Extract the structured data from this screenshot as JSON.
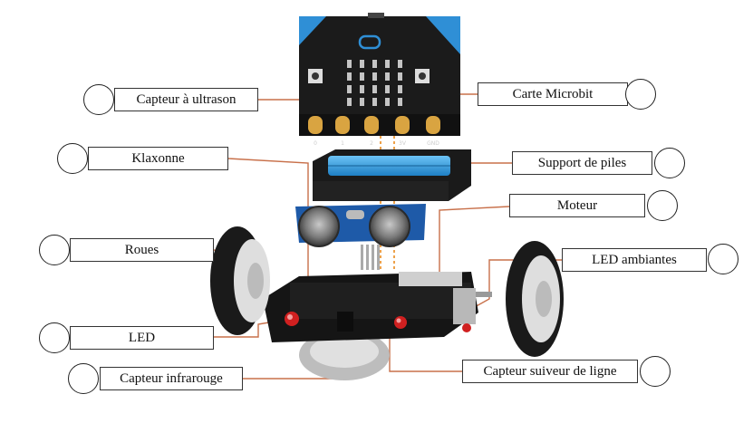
{
  "labels": {
    "ultrasonic": "Capteur à ultrason",
    "microbit": "Carte Microbit",
    "horn": "Klaxonne",
    "battery": "Support de piles",
    "motor": "Moteur",
    "wheels": "Roues",
    "ambient_leds": "LED ambiantes",
    "led": "LED",
    "infrared": "Capteur infrarouge",
    "line_follower": "Capteur suiveur de ligne"
  },
  "board_pins": [
    "0",
    "1",
    "2",
    "3V",
    "GND"
  ],
  "colors": {
    "leader": "#c8704a",
    "board": "#1b1b1b",
    "board_accent": "#2f8fd6",
    "battery_cells": "#2f9be0",
    "sensor": "#1e5aa8",
    "chassis": "#151515",
    "tire": "#1a1a1a",
    "hub": "#dedede",
    "led_red": "#d02020",
    "pin_gold": "#d9a441",
    "dashed": "#e98a1e"
  }
}
